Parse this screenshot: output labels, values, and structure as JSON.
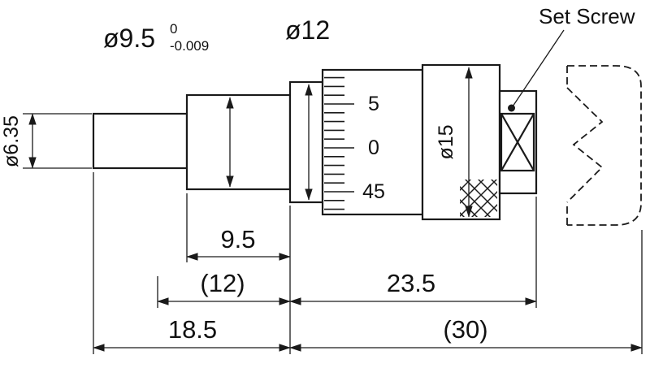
{
  "drawing": {
    "top_labels": {
      "stem_diameter": "ø9.5",
      "stem_tolerance_upper": "0",
      "stem_tolerance_lower": "-0.009",
      "ring_diameter": "ø12",
      "set_screw": "Set Screw"
    },
    "side_labels": {
      "spindle_diameter": "ø6.35",
      "thimble_diameter": "ø15"
    },
    "sleeve_scale": {
      "values": [
        "5",
        "0",
        "45"
      ]
    },
    "bottom_dimensions": {
      "stem_length": "9.5",
      "stem_total_length": "(12)",
      "thimble_section_length": "23.5",
      "front_section_length": "18.5",
      "overall_length": "(30)"
    },
    "colors": {
      "line": "#1a1a1a",
      "background": "#ffffff"
    }
  }
}
